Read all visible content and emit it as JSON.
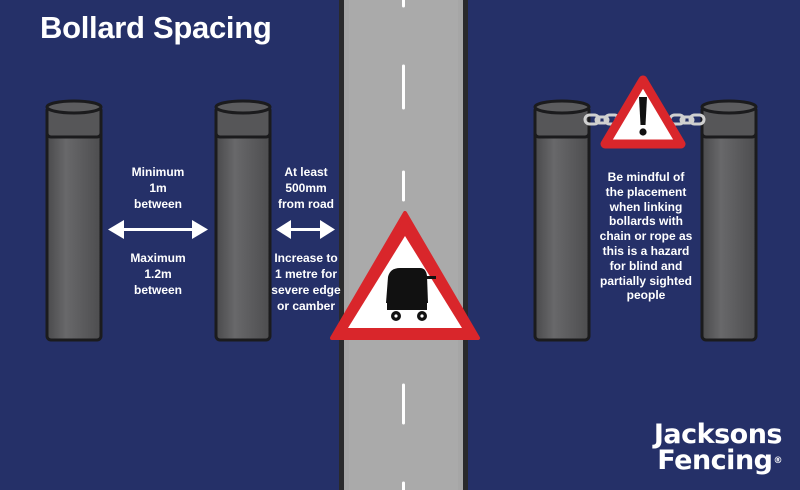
{
  "title": "Bollard Spacing",
  "labels": {
    "minimum": "Minimum\n1m\nbetween",
    "maximum": "Maximum\n1.2m\nbetween",
    "at_least": "At least\n500mm\nfrom road",
    "increase": "Increase to\n1 metre for\nsevere edge\nor camber",
    "mindful": "Be mindful of\nthe placement\nwhen linking\nbollards with\nchain or rope as\nthis is a hazard\nfor blind and\npartially sighted\npeople"
  },
  "brand": {
    "line1": "Jacksons",
    "line2": "Fencing",
    "reg": "®"
  },
  "icons": [
    "bollard-icon",
    "double-arrow-icon",
    "warning-sign-icon",
    "pushchair-icon",
    "exclamation-icon",
    "chain-icon",
    "road-icon"
  ],
  "colors": {
    "background": "#253068",
    "road": "#a8a8a8",
    "road_edge": "#9a9a9a",
    "bollard": "#5f5f61",
    "bollard_shade": "#4c4c4e",
    "bollard_cap": "#545456",
    "outline": "#1b1b1d",
    "warning_red": "#d9262b",
    "white": "#ffffff"
  }
}
